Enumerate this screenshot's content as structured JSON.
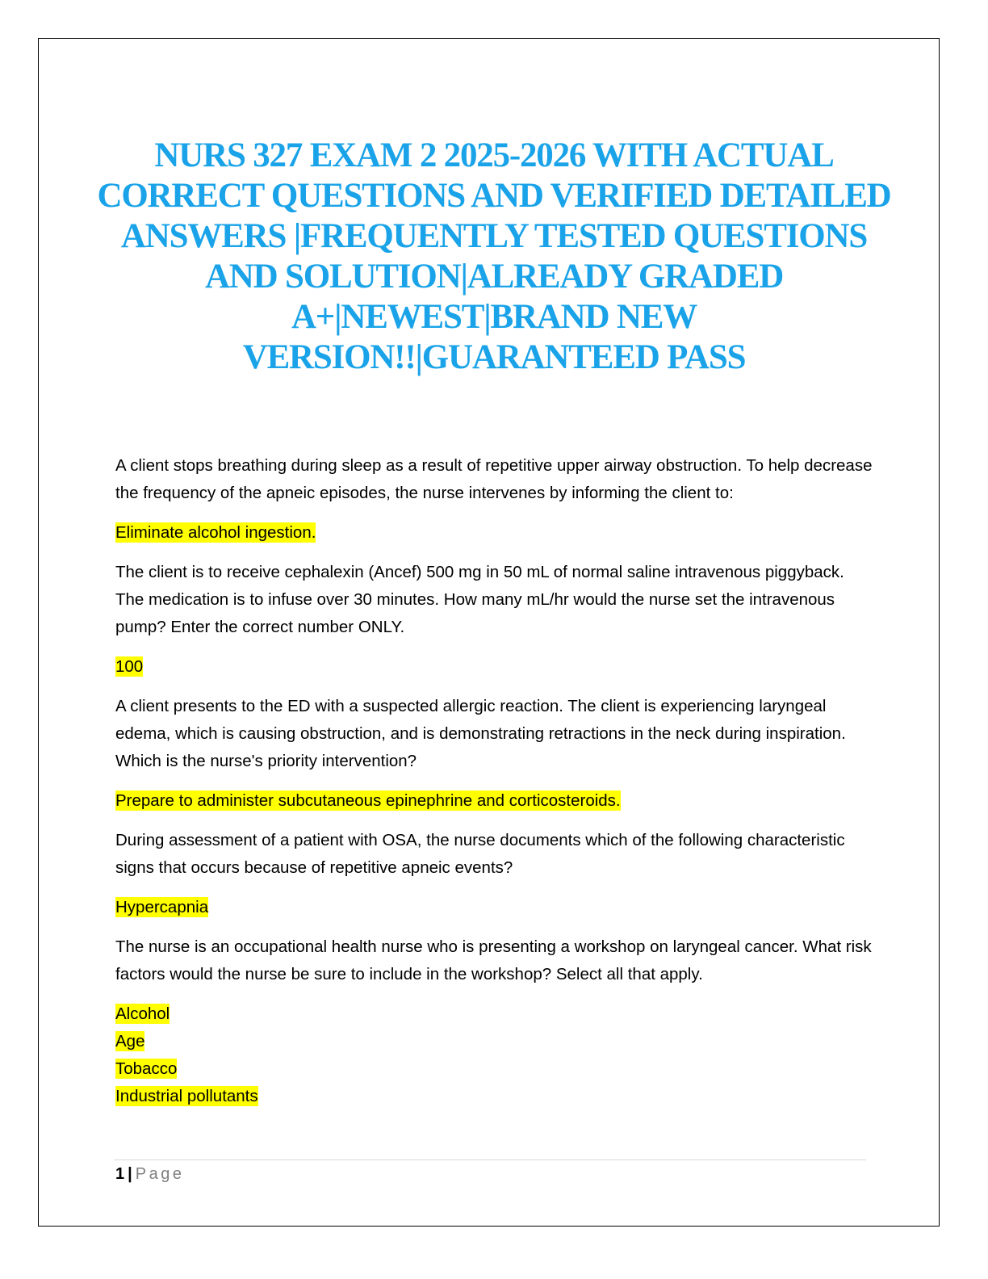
{
  "document": {
    "title": "NURS 327 EXAM 2 2025-2026 WITH ACTUAL CORRECT QUESTIONS AND VERIFIED DETAILED ANSWERS |FREQUENTLY TESTED QUESTIONS AND SOLUTION|ALREADY GRADED A+|NEWEST|BRAND NEW VERSION!!|GUARANTEED PASS",
    "title_color": "#1aa3e8",
    "highlight_color": "#ffff00"
  },
  "qa": [
    {
      "question": "A client stops breathing during sleep as a result of repetitive upper airway obstruction. To help decrease the frequency of the apneic episodes, the nurse intervenes by informing the client to:",
      "answer": "Eliminate alcohol ingestion."
    },
    {
      "question": "The client is to receive cephalexin (Ancef) 500 mg in 50 mL of normal saline intravenous piggyback. The medication is to infuse over 30 minutes. How many mL/hr would the nurse set the intravenous pump? Enter the correct number ONLY.",
      "answer": "100"
    },
    {
      "question": "A client presents to the ED with a suspected allergic reaction. The client is experiencing laryngeal edema, which is causing obstruction, and is demonstrating retractions in the neck during inspiration. Which is the nurse's priority intervention?",
      "answer": "Prepare to administer subcutaneous epinephrine and corticosteroids."
    },
    {
      "question": "During assessment of a patient with OSA, the nurse documents which of the following characteristic signs that occurs because of repetitive apneic events?",
      "answer": "Hypercapnia"
    },
    {
      "question": "The nurse is an occupational health nurse who is presenting a workshop on laryngeal cancer. What risk factors would the nurse be sure to include in the workshop? Select all that apply.",
      "answers": [
        "Alcohol",
        "Age",
        "Tobacco",
        "Industrial pollutants"
      ]
    }
  ],
  "footer": {
    "page_number": "1",
    "separator": "|",
    "page_label": "Page"
  }
}
